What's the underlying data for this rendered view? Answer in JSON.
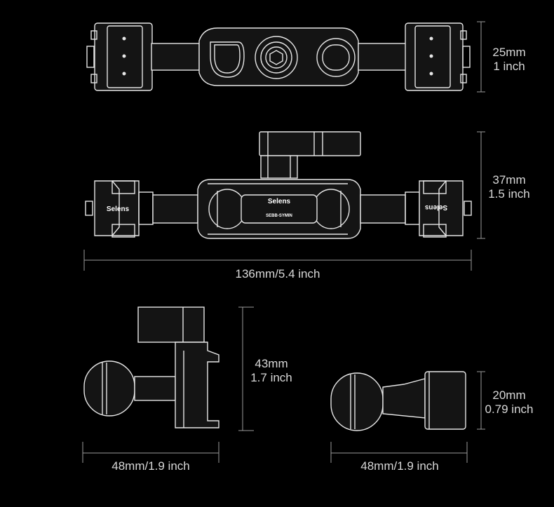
{
  "dimensions": {
    "top_view_height_mm": "25mm",
    "top_view_height_in": "1 inch",
    "front_view_height_mm": "37mm",
    "front_view_height_in": "1.5 inch",
    "total_length": "136mm/5.4 inch",
    "side_view_height_mm": "43mm",
    "side_view_height_in": "1.7 inch",
    "side_view_width": "48mm/1.9 inch",
    "end_view_height_mm": "20mm",
    "end_view_height_in": "0.79 inch",
    "end_view_width": "48mm/1.9 inch"
  },
  "branding": {
    "logo_text": "Selens",
    "model_code": "SEBB-SYMIN"
  },
  "colors": {
    "background": "#000000",
    "line": "#e6e6e6",
    "text": "#d8d8d8"
  }
}
